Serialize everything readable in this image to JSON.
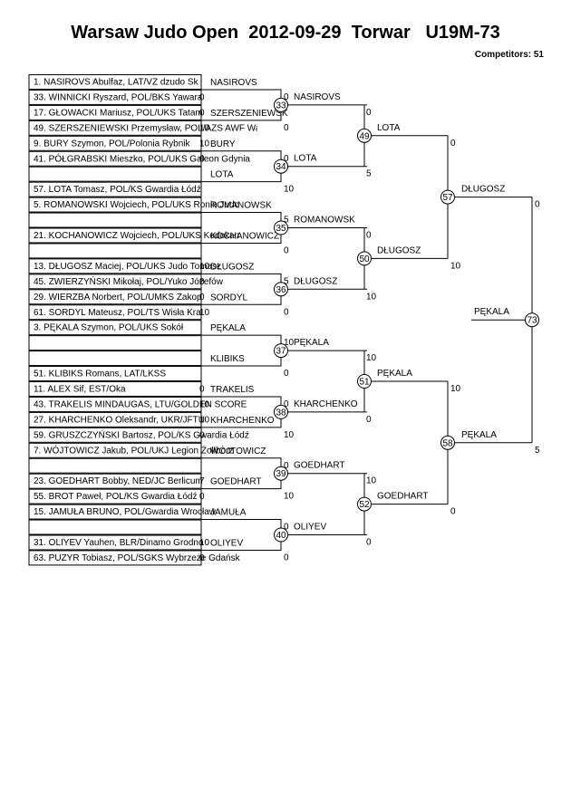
{
  "header": {
    "title": "Warsaw Judo Open  2012-09-29  Torwar   U19M-73",
    "competitors": "Competitors: 51"
  },
  "competitors": [
    "1. NASIROVS Abulfaz, LAT/VZ dzudo Sk",
    "33. WINNICKI Ryszard, POL/BKS Yawara",
    "17. GŁOWACKI Mariusz, POL/UKS Tatam",
    "49. SZERSZENIEWSKI Przemysław, POL/AZS AWF Warszawa",
    "9. BURY Szymon, POL/Polonia Rybnik",
    "41. PÓŁGRABSKI  Mieszko, POL/UKS Galeon Gdynia",
    "",
    "57. LOTA Tomasz, POL/KS Gwardia Łódź",
    "5. ROMANOWSKI Wojciech, POL/UKS Ronin Judo",
    "",
    "21. KOCHANOWICZ Wojciech, POL/UKS Kodokan",
    "",
    "13. DŁUGOSZ Maciej, POL/UKS Judo Tomasz",
    "45. ZWIERZYŃSKI Mikołaj, POL/Yuko Józefów",
    "29. WIERZBA Norbert, POL/UMKS Zakop",
    "61. SORDYL  Mateusz, POL/TS Wisła Kra",
    "3. PĘKALA Szymon, POL/UKS Sokół",
    "",
    "",
    "51. KLIBIKS Romans, LAT/LKSS",
    "11. ALEX Sif, EST/Oka",
    "43. TRAKELIS MINDAUGAS, LTU/GOLDEN SCORE",
    "27. KHARCHENKO Oleksandr, UKR/JFTU",
    "59. GRUSZCZYŃSKI Bartosz, POL/KS Gwardia Łódź",
    "7. WÓJTOWICZ Jakub, POL/UKJ Legion Żoliborz",
    "",
    "23. GOEDHART Bobby, NED/JC Berlicum",
    "55. BROT Paweł, POL/KS Gwardia Łódź",
    "15. JAMUŁA  BRUNO, POL/Gwardia Wrocław",
    "",
    "31. OLIYEV Yauhen, BLR/Dinamo Grodno",
    "63. PUZYR Tobiasz, POL/SGKS Wybrzeże Gdańsk"
  ],
  "round1": [
    {
      "winner": "NASIROVS",
      "score_top": "",
      "score_bottom": "0"
    },
    {
      "winner": "SZERSZENIEWSK",
      "score_top": "0",
      "score_bottom": "10"
    },
    {
      "winner": "BURY",
      "score_top": "10",
      "score_bottom": "0"
    },
    {
      "winner": "LOTA",
      "score_top": "",
      "score_bottom": ""
    },
    {
      "winner": "ROMANOWSK",
      "score_top": "",
      "score_bottom": ""
    },
    {
      "winner": "KOCHANOWICZ",
      "score_top": "",
      "score_bottom": ""
    },
    {
      "winner": "DŁUGOSZ",
      "score_top": "10",
      "score_bottom": "0"
    },
    {
      "winner": "SORDYL",
      "score_top": "0",
      "score_bottom": "10"
    },
    {
      "winner": "PĘKALA",
      "score_top": "",
      "score_bottom": ""
    },
    {
      "winner": "KLIBIKS",
      "score_top": "",
      "score_bottom": ""
    },
    {
      "winner": "TRAKELIS",
      "score_top": "0",
      "score_bottom": "10"
    },
    {
      "winner": "KHARCHENKO",
      "score_top": "10",
      "score_bottom": "0"
    },
    {
      "winner": "WÓJTOWICZ",
      "score_top": "",
      "score_bottom": ""
    },
    {
      "winner": "GOEDHART",
      "score_top": "7",
      "score_bottom": "0"
    },
    {
      "winner": "JAMUŁA",
      "score_top": "",
      "score_bottom": ""
    },
    {
      "winner": "OLIYEV",
      "score_top": "10",
      "score_bottom": "0"
    }
  ],
  "round2": [
    {
      "match": "33",
      "winner": "NASIROVS",
      "score_top": "0",
      "score_bottom": "0"
    },
    {
      "match": "34",
      "winner": "LOTA",
      "score_top": "0",
      "score_bottom": "10"
    },
    {
      "match": "35",
      "winner": "ROMANOWSK",
      "score_top": "5",
      "score_bottom": "0"
    },
    {
      "match": "36",
      "winner": "DŁUGOSZ",
      "score_top": "5",
      "score_bottom": "0"
    },
    {
      "match": "37",
      "winner": "PĘKALA",
      "score_top": "10",
      "score_bottom": "0"
    },
    {
      "match": "38",
      "winner": "KHARCHENKO",
      "score_top": "0",
      "score_bottom": "10"
    },
    {
      "match": "39",
      "winner": "GOEDHART",
      "score_top": "0",
      "score_bottom": "10"
    },
    {
      "match": "40",
      "winner": "OLIYEV",
      "score_top": "0",
      "score_bottom": "0"
    }
  ],
  "round3": [
    {
      "match": "49",
      "winner": "LOTA",
      "score_top": "0",
      "score_bottom": "5"
    },
    {
      "match": "50",
      "winner": "DŁUGOSZ",
      "score_top": "0",
      "score_bottom": "10"
    },
    {
      "match": "51",
      "winner": "PĘKALA",
      "score_top": "10",
      "score_bottom": "0"
    },
    {
      "match": "52",
      "winner": "GOEDHART",
      "score_top": "10",
      "score_bottom": "0"
    }
  ],
  "round4": [
    {
      "match": "57",
      "winner": "DŁUGOSZ",
      "score_top": "0",
      "score_bottom": "10"
    },
    {
      "match": "58",
      "winner": "PĘKALA",
      "score_top": "10",
      "score_bottom": "0"
    }
  ],
  "final": {
    "match": "73",
    "winner": "PĘKALA",
    "score_top": "0",
    "score_bottom": "5"
  }
}
